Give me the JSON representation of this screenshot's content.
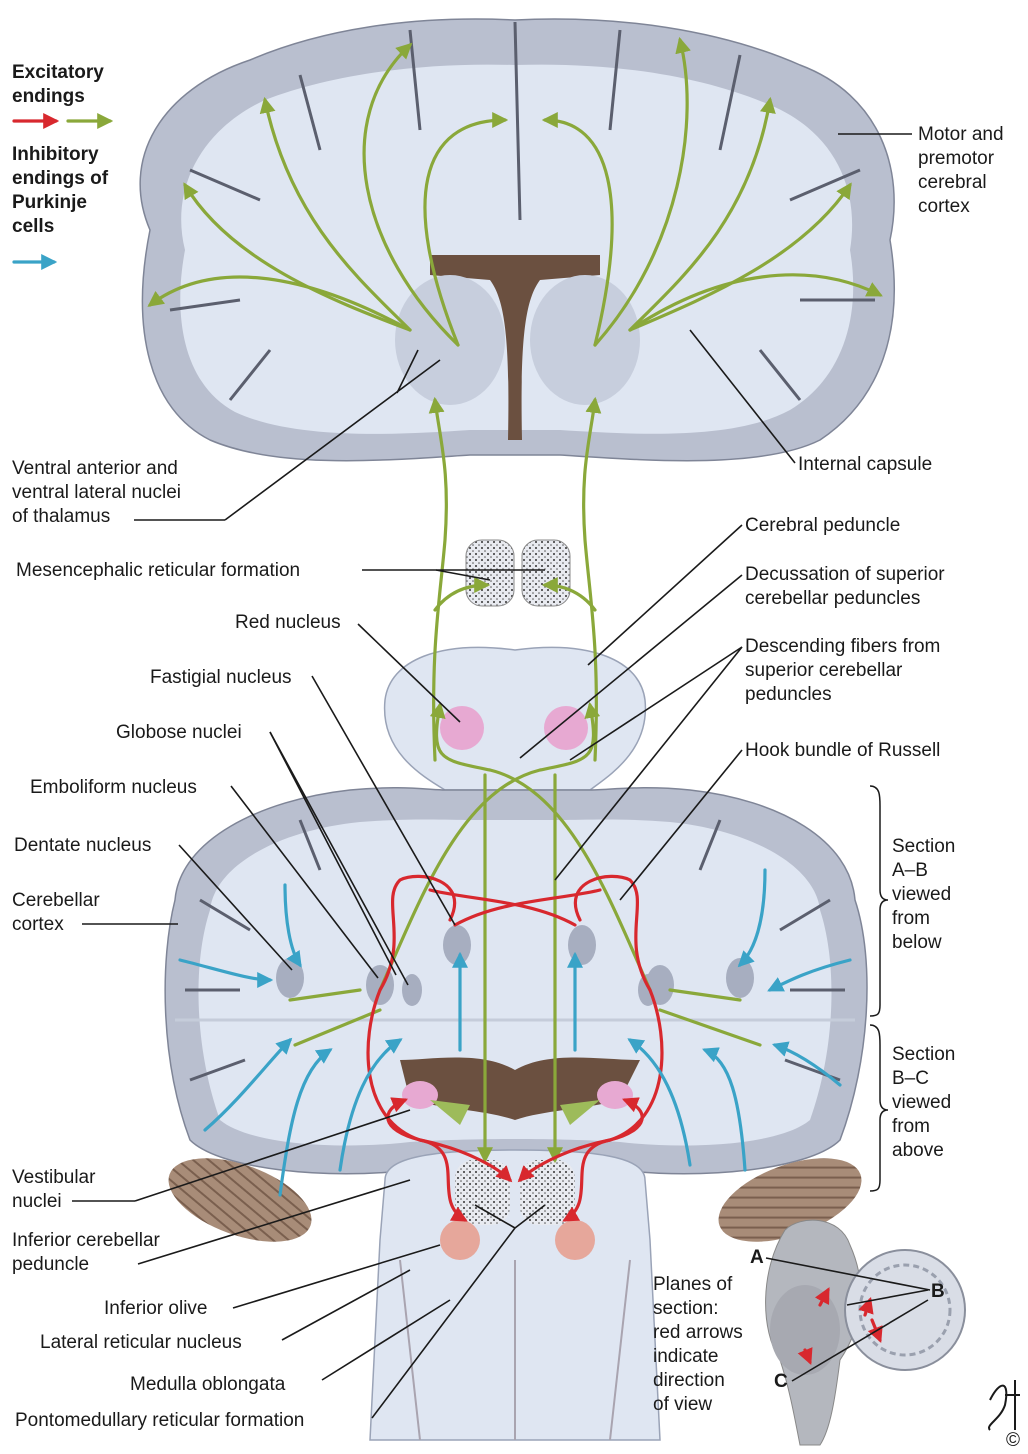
{
  "legend": {
    "excitatory": "Excitatory endings",
    "inhibitory": "Inhibitory endings of Purkinje cells",
    "colors": {
      "red": "#d8282e",
      "green": "#8aa83a",
      "blue": "#3aa3c7"
    }
  },
  "labels": {
    "motor_cortex": "Motor and premotor cerebral cortex",
    "internal_capsule": "Internal capsule",
    "thalamus": "Ventral anterior and ventral lateral nuclei of thalamus",
    "cerebral_peduncle": "Cerebral peduncle",
    "mesencephalic": "Mesencephalic reticular formation",
    "decussation": "Decussation of superior cerebellar peduncles",
    "red_nucleus": "Red nucleus",
    "descending": "Descending fibers from superior cerebellar peduncles",
    "fastigial": "Fastigial nucleus",
    "globose": "Globose nuclei",
    "hook_bundle": "Hook bundle of Russell",
    "emboliform": "Emboliform nucleus",
    "dentate": "Dentate nucleus",
    "cerebellar_cortex": "Cerebellar cortex",
    "section_ab": "Section A–B viewed from below",
    "section_bc": "Section B–C viewed from above",
    "vestibular": "Vestibular nuclei",
    "inferior_cerebellar": "Inferior cerebellar peduncle",
    "inferior_olive": "Inferior olive",
    "lateral_reticular": "Lateral reticular nucleus",
    "medulla": "Medulla oblongata",
    "pontomedullary": "Pontomedullary reticular formation",
    "planes": "Planes of section: red arrows indicate direction of view",
    "plane_a": "A",
    "plane_b": "B",
    "plane_c": "C"
  },
  "signature": "F. Netter",
  "copyright_mark": "©"
}
